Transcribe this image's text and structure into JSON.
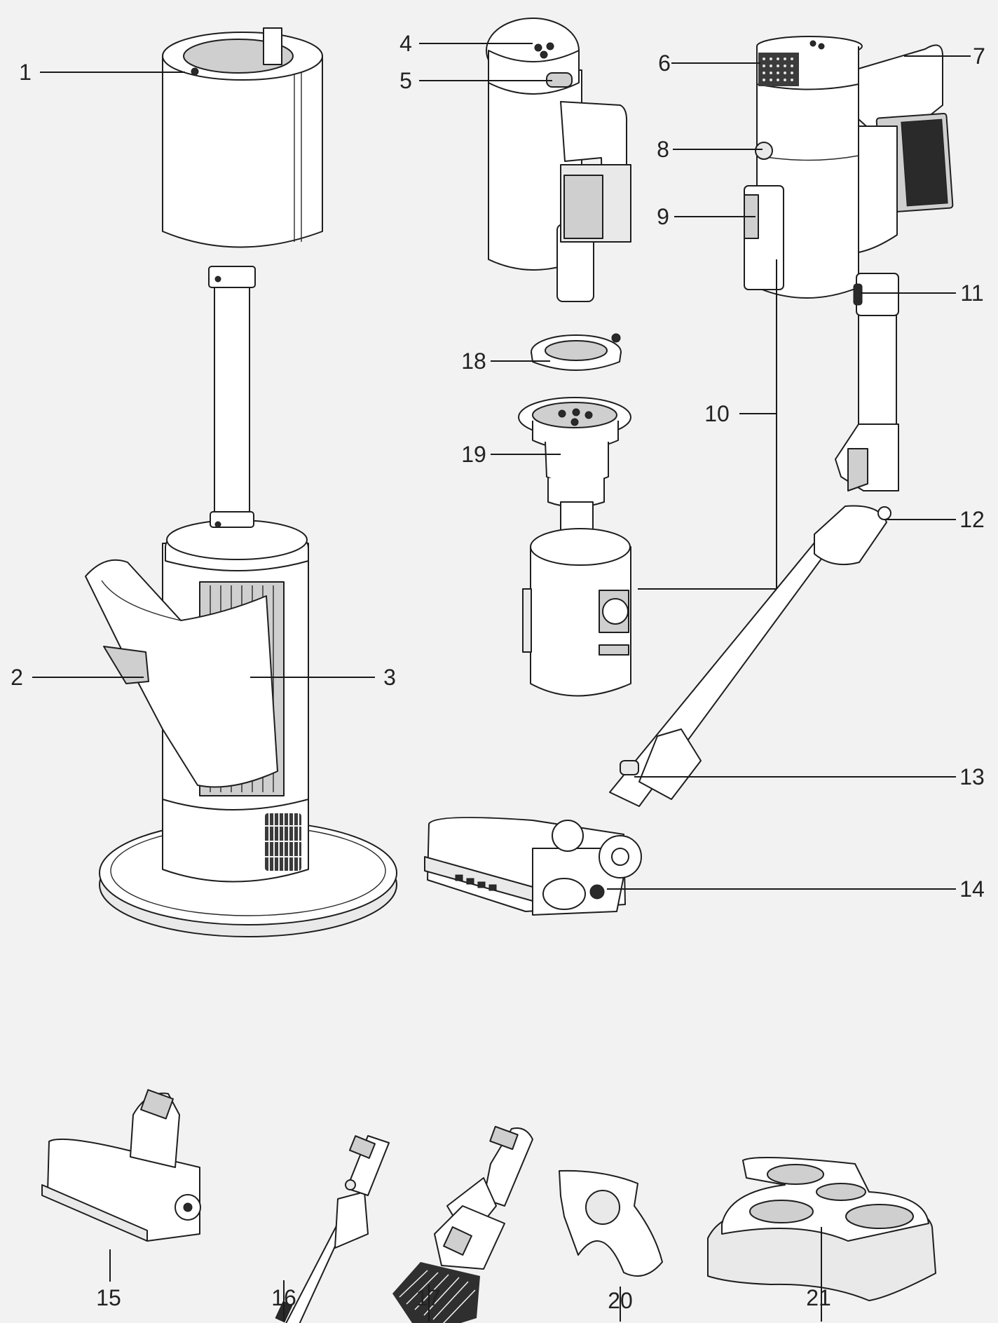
{
  "diagram": {
    "callouts": [
      {
        "id": "1",
        "text": "1"
      },
      {
        "id": "2",
        "text": "2"
      },
      {
        "id": "3",
        "text": "3"
      },
      {
        "id": "4",
        "text": "4"
      },
      {
        "id": "5",
        "text": "5"
      },
      {
        "id": "6",
        "text": "6"
      },
      {
        "id": "7",
        "text": "7"
      },
      {
        "id": "8",
        "text": "8"
      },
      {
        "id": "9",
        "text": "9"
      },
      {
        "id": "10",
        "text": "10"
      },
      {
        "id": "11",
        "text": "11"
      },
      {
        "id": "12",
        "text": "12"
      },
      {
        "id": "13",
        "text": "13"
      },
      {
        "id": "14",
        "text": "14"
      },
      {
        "id": "15",
        "text": "15"
      },
      {
        "id": "16",
        "text": "16"
      },
      {
        "id": "17",
        "text": "17"
      },
      {
        "id": "18",
        "text": "18"
      },
      {
        "id": "19",
        "text": "19"
      },
      {
        "id": "20",
        "text": "20"
      },
      {
        "id": "21",
        "text": "21"
      }
    ],
    "colors": {
      "background": "#f2f2f2",
      "line": "#1e1e1e",
      "fill": "#ffffff"
    }
  }
}
